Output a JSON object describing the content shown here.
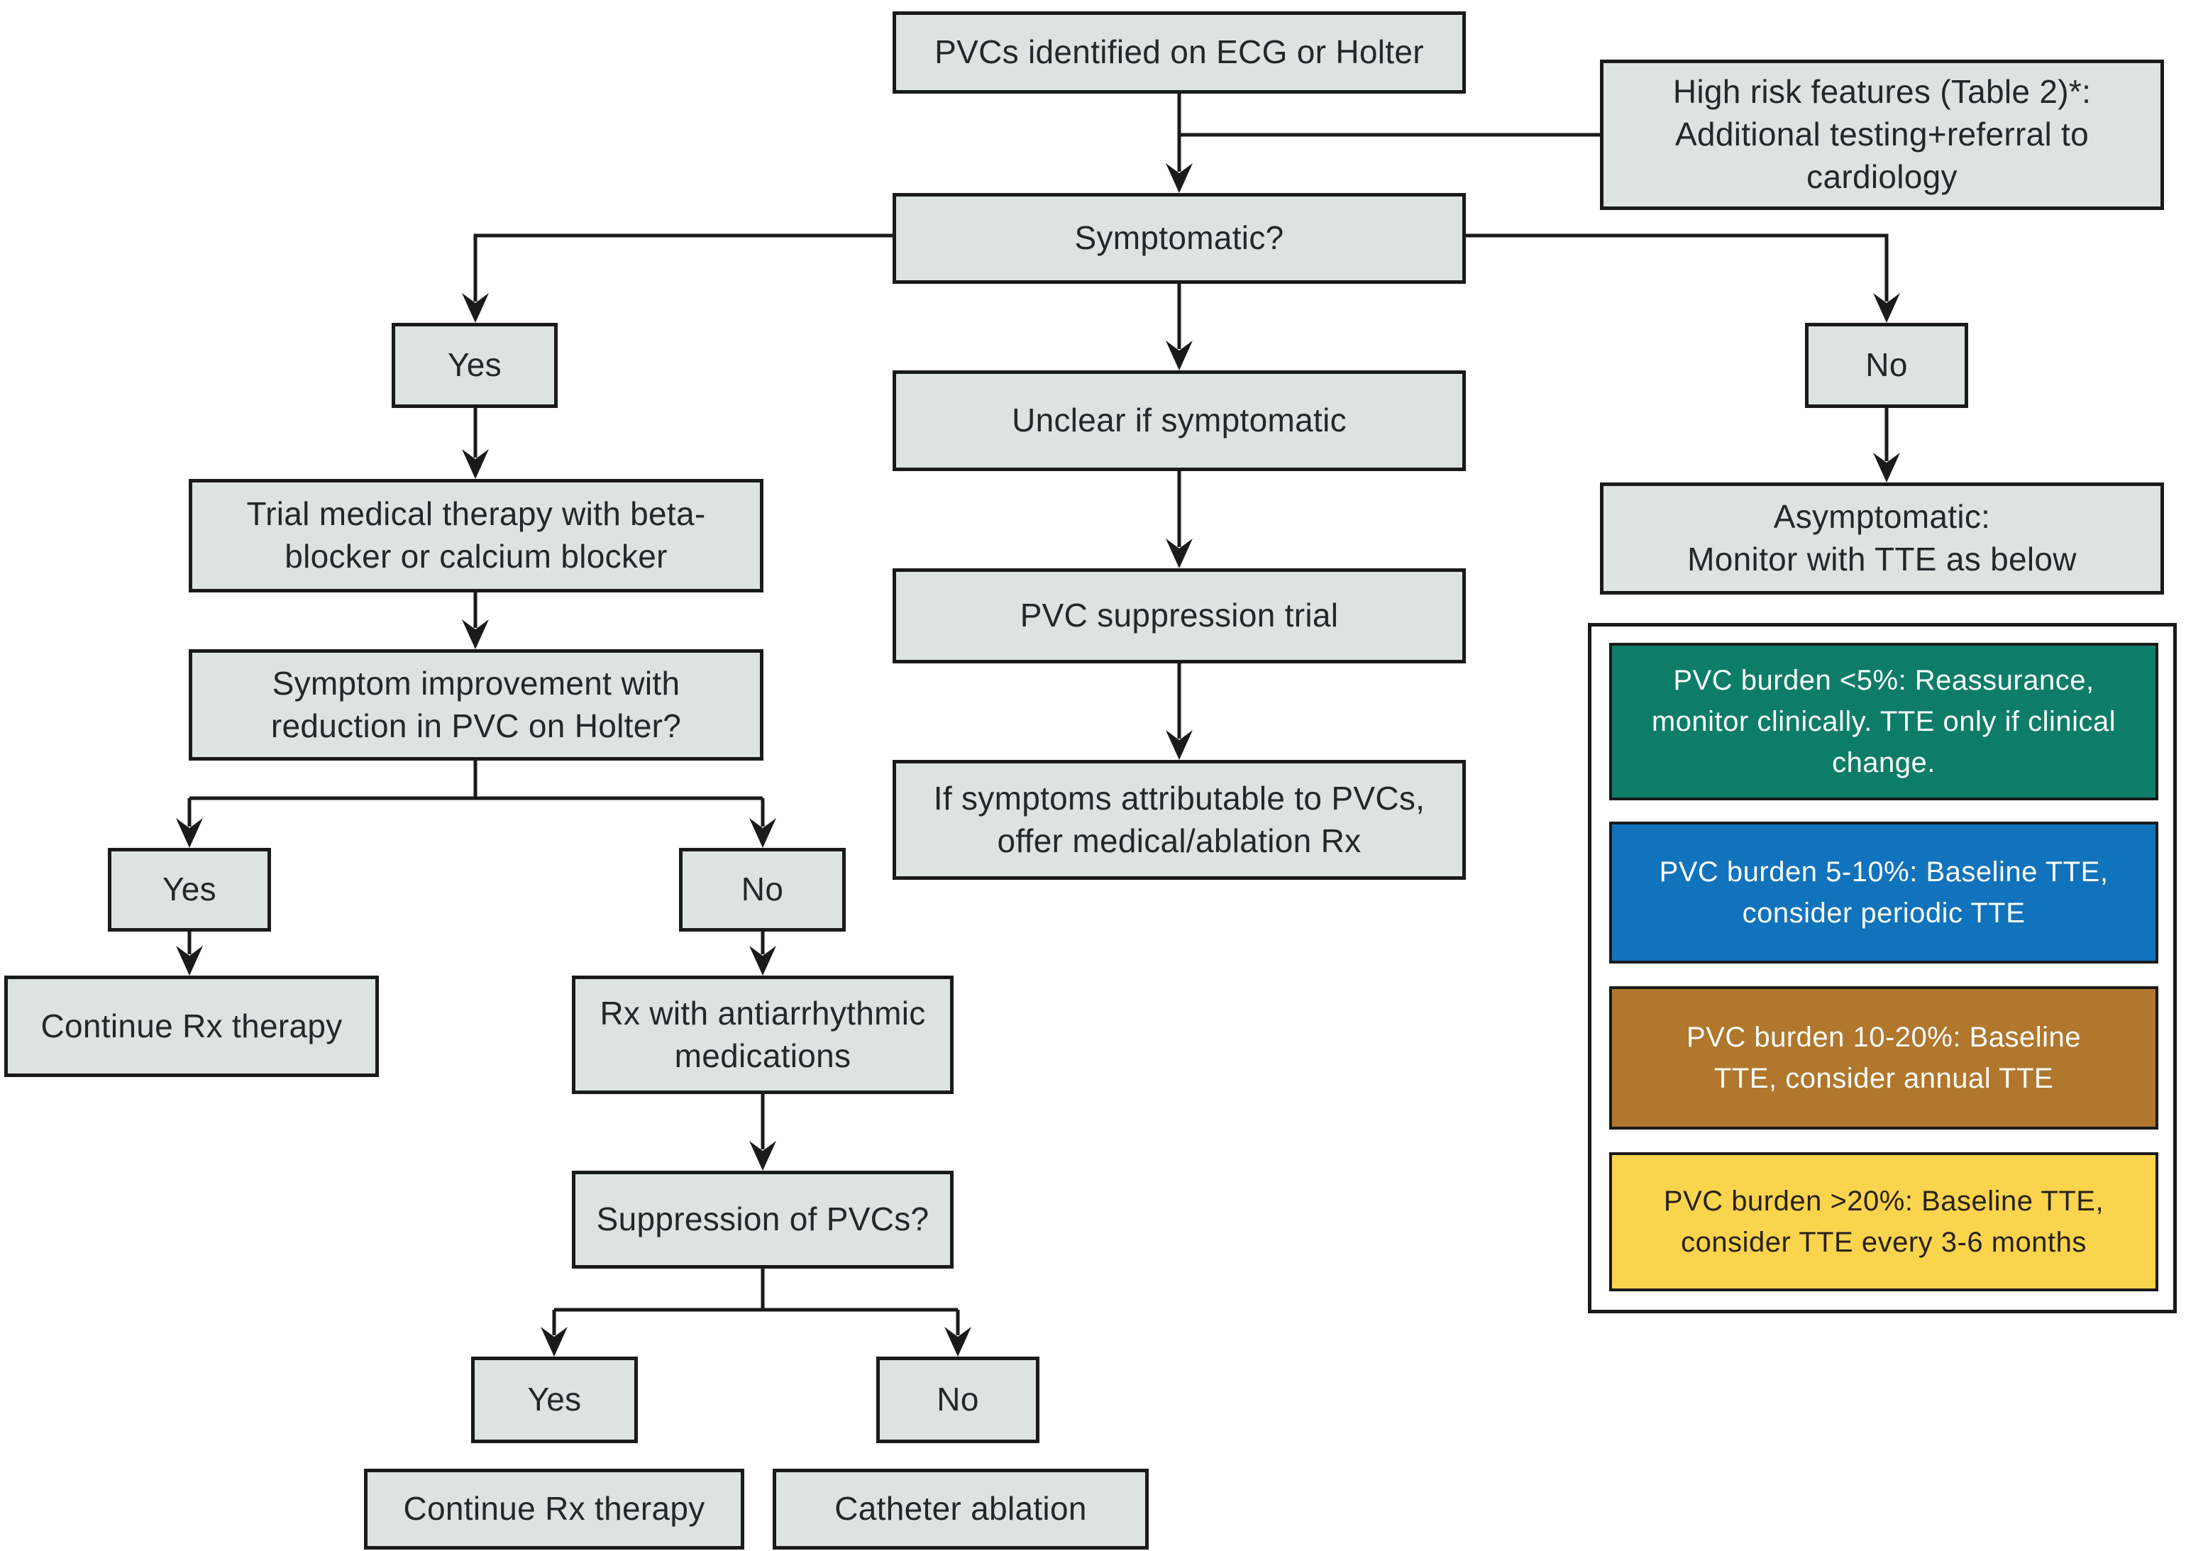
{
  "flowchart": {
    "start": "PVCs identified on ECG or Holter",
    "high_risk": "High risk features (Table 2)*:\nAdditional testing+referral to\ncardiology",
    "symptomatic": "Symptomatic?",
    "symptomatic_yes": "Yes",
    "trial_therapy": "Trial medical therapy with beta-\nblocker or calcium blocker",
    "symptom_improvement": "Symptom improvement with\nreduction in PVC on Holter?",
    "improvement_yes": "Yes",
    "improvement_no": "No",
    "continue_rx_1": "Continue Rx therapy",
    "rx_antiarrhythmic": "Rx with antiarrhythmic\nmedications",
    "suppression_question": "Suppression of PVCs?",
    "suppression_yes": "Yes",
    "suppression_no": "No",
    "continue_rx_2": "Continue Rx therapy",
    "catheter_ablation": "Catheter ablation",
    "unclear": "Unclear if symptomatic",
    "pvc_suppression_trial": "PVC suppression trial",
    "if_symptoms": "If symptoms attributable to PVCs,\noffer medical/ablation Rx",
    "symptomatic_no": "No",
    "asymptomatic": "Asymptomatic:\nMonitor with TTE as below"
  },
  "legend": {
    "items": [
      {
        "name": "pvc-burden-under-5",
        "color": "#0d7d68",
        "text_color": "#ffffff",
        "text": "PVC burden <5%: Reassurance,\nmonitor clinically. TTE only if clinical\nchange."
      },
      {
        "name": "pvc-burden-5-10",
        "color": "#1173bb",
        "text_color": "#ffffff",
        "text": "PVC burden 5-10%: Baseline TTE,\nconsider periodic TTE"
      },
      {
        "name": "pvc-burden-10-20",
        "color": "#b0772d",
        "text_color": "#ffffff",
        "text": "PVC burden 10-20%: Baseline\nTTE, consider annual TTE"
      },
      {
        "name": "pvc-burden-over-20",
        "color": "#fbd44e",
        "text_color": "#272117",
        "text": "PVC burden >20%: Baseline TTE,\nconsider TTE every 3-6 months"
      }
    ]
  },
  "palette": {
    "node_fill": "#dce3e1",
    "node_border": "#1a1a1a",
    "node_text": "#20282a",
    "background": "#ffffff"
  }
}
